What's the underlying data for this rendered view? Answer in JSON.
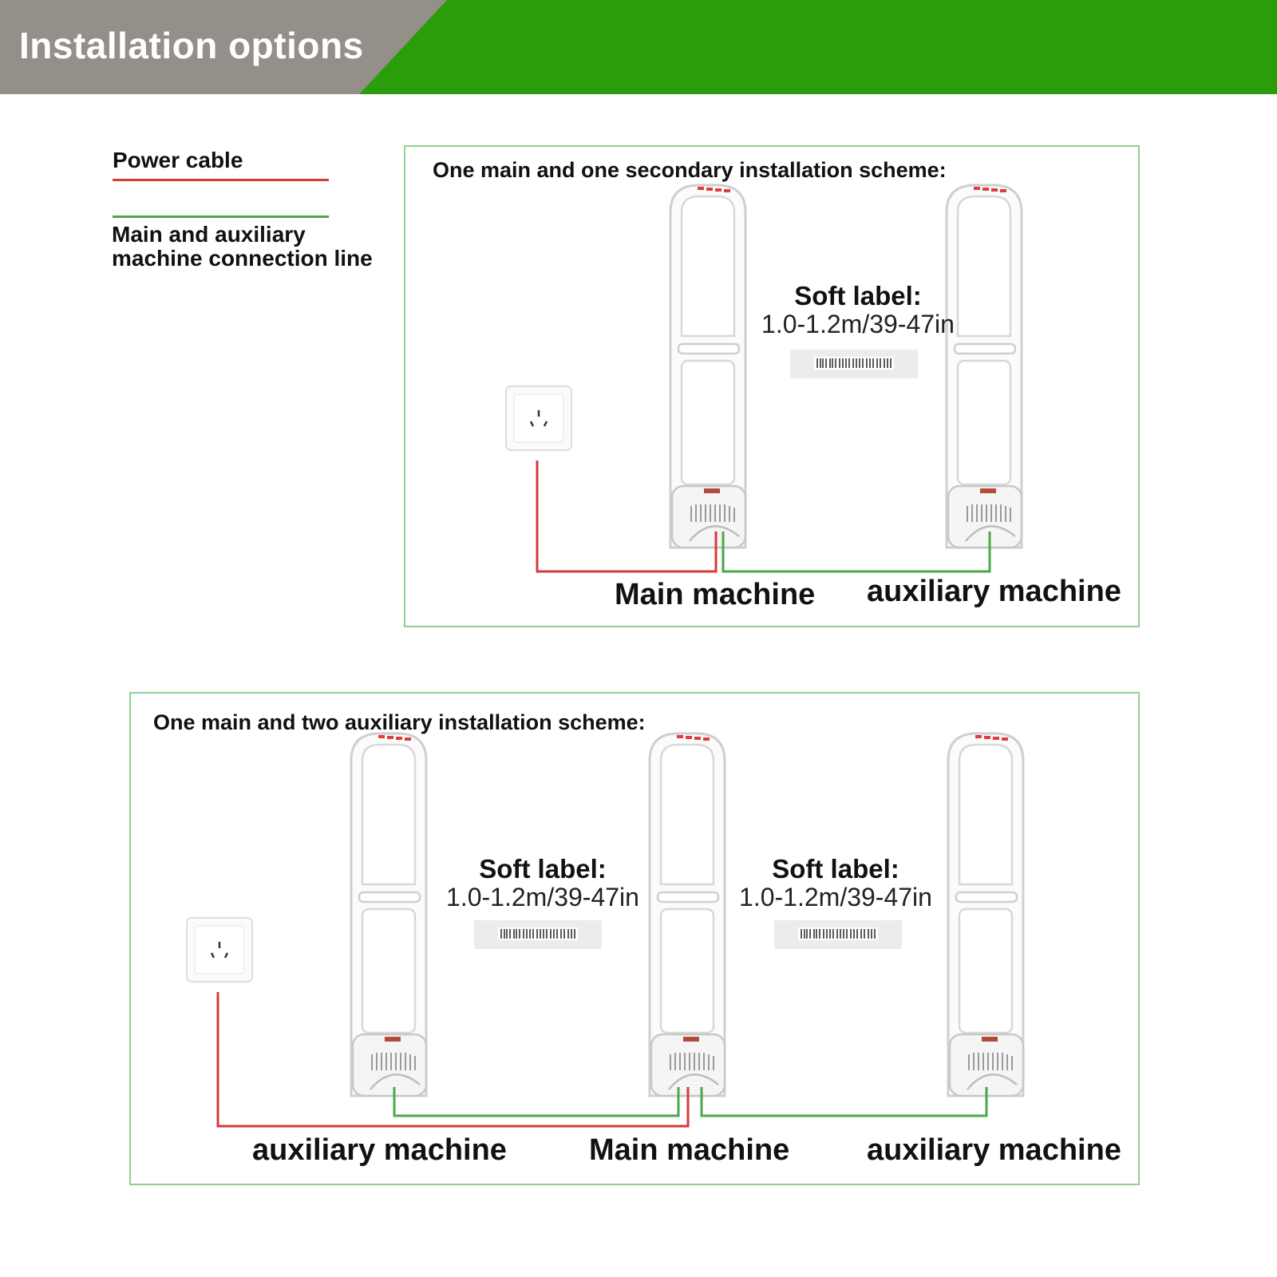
{
  "header": {
    "title": "Installation options"
  },
  "legend": {
    "power_cable": "Power cable",
    "connection_line_1": "Main and auxiliary",
    "connection_line_2": "machine connection line"
  },
  "scheme1": {
    "title": "One main and one secondary installation scheme:",
    "soft_label": {
      "title": "Soft label:",
      "range": "1.0-1.2m/39-47in"
    },
    "main_label": "Main machine",
    "aux_label": "auxiliary machine"
  },
  "scheme2": {
    "title": "One main and two auxiliary installation scheme:",
    "soft_label_left": {
      "title": "Soft label:",
      "range": "1.0-1.2m/39-47in"
    },
    "soft_label_right": {
      "title": "Soft label:",
      "range": "1.0-1.2m/39-47in"
    },
    "aux_left_label": "auxiliary machine",
    "main_label": "Main machine",
    "aux_right_label": "auxiliary machine"
  },
  "colors": {
    "header_green": "#2a9e0a",
    "header_gray": "#958f8a",
    "power_cable": "#d63a3a",
    "connection_line": "#4aa84a",
    "box_border": "#8fd08f"
  }
}
